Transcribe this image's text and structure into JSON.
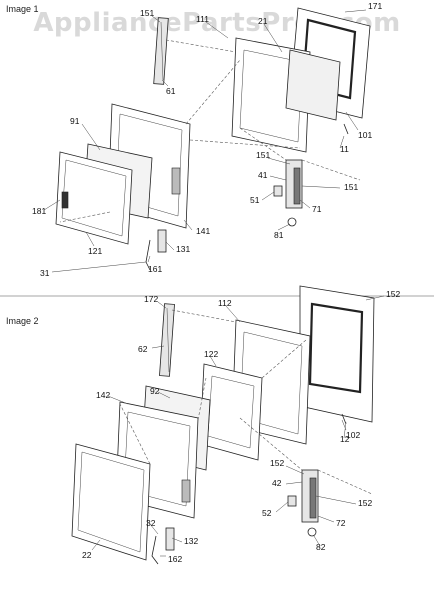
{
  "watermark": "AppliancePartsPros.com",
  "image1": {
    "title": "Image 1",
    "labels": [
      "171",
      "151",
      "111",
      "21",
      "61",
      "91",
      "101",
      "11",
      "151",
      "41",
      "151",
      "51",
      "71",
      "181",
      "121",
      "141",
      "131",
      "161",
      "81",
      "31"
    ]
  },
  "image2": {
    "title": "Image 2",
    "labels": [
      "152",
      "172",
      "112",
      "62",
      "122",
      "92",
      "142",
      "102",
      "12",
      "152",
      "42",
      "152",
      "52",
      "72",
      "22",
      "32",
      "132",
      "162",
      "82"
    ]
  }
}
